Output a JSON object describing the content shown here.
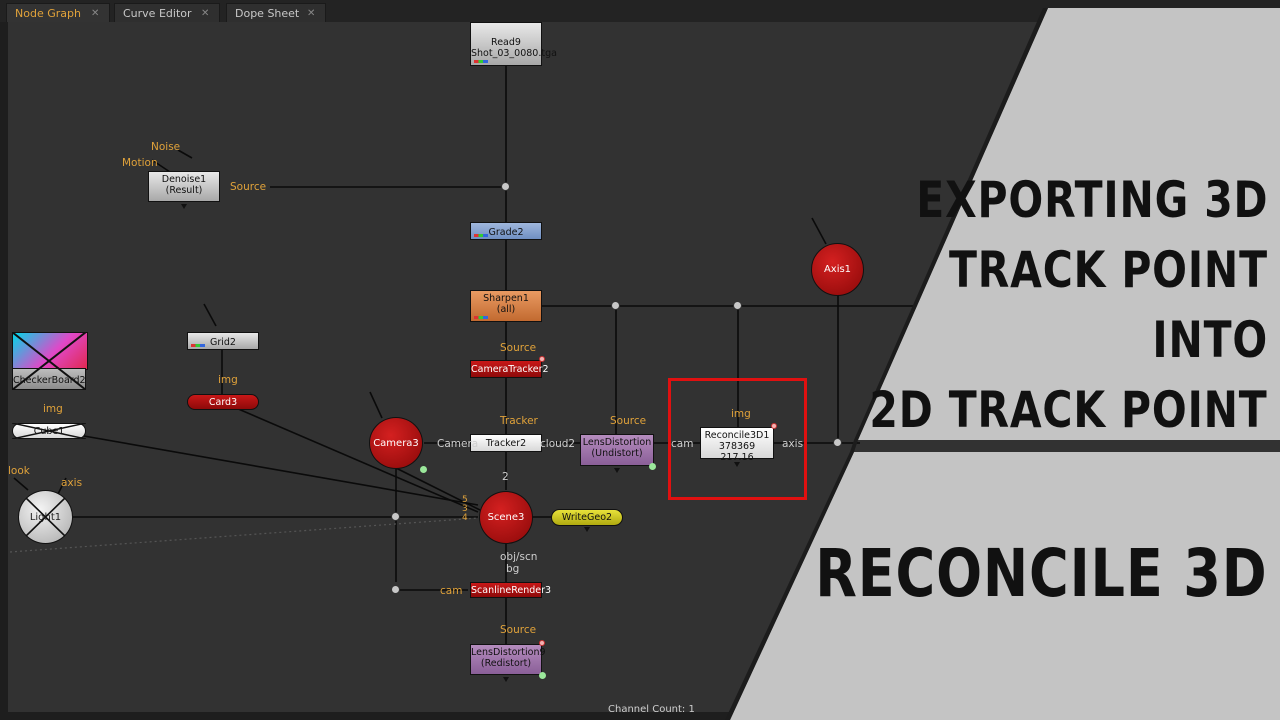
{
  "tabs": [
    {
      "label": "Node Graph",
      "active": true
    },
    {
      "label": "Curve Editor",
      "active": false
    },
    {
      "label": "Dope Sheet",
      "active": false
    }
  ],
  "tab_close_glyph": "✕",
  "nodes": {
    "read9": {
      "name": "Read9",
      "sub": "Shot_03_0080.tga"
    },
    "denoise1": {
      "name": "Denoise1",
      "sub": "(Result)"
    },
    "grade2": {
      "name": "Grade2"
    },
    "sharpen1": {
      "name": "Sharpen1",
      "sub": "(all)"
    },
    "cameratracker2": {
      "name": "CameraTracker2"
    },
    "tracker2": {
      "name": "Tracker2"
    },
    "lensdistortion_top": {
      "name": "LensDistortion",
      "sub": "(Undistort)"
    },
    "reconcile3d1": {
      "name": "Reconcile3D1",
      "sub": "378369 217.16"
    },
    "axis1": {
      "name": "Axis1"
    },
    "grid2": {
      "name": "Grid2"
    },
    "card3": {
      "name": "Card3"
    },
    "checkerboard2": {
      "name": "CheckerBoard2"
    },
    "cube": {
      "name": "Cube1"
    },
    "camera3": {
      "name": "Camera3"
    },
    "light1": {
      "name": "Light1"
    },
    "scene3": {
      "name": "Scene3"
    },
    "writegeo2": {
      "name": "WriteGeo2"
    },
    "scanlinerender3": {
      "name": "ScanlineRender3"
    },
    "lensdistortion9": {
      "name": "LensDistortion9",
      "sub": "(Redistort)"
    }
  },
  "input_labels": {
    "noise": "Noise",
    "motion": "Motion",
    "denoise_source": "Source",
    "cameratracker_source": "Source",
    "tracker": "Tracker",
    "lens_source": "Source",
    "img_reconcile": "img",
    "cam_reconcile": "cam",
    "axis_reconcile": "axis",
    "img_card": "img",
    "img_checker": "img",
    "camera_in": "Camera",
    "cloud": "cloud2",
    "two": "2",
    "look": "look",
    "axis_light": "axis",
    "obj_scn": "obj/scn",
    "bg": "bg",
    "cam_scanline": "cam",
    "lens9_source": "Source",
    "scene_inputs": "5 3 4"
  },
  "status_text": "Channel Count: 1",
  "title_lines": [
    "EXPORTING 3D",
    "TRACK POINT",
    "INTO",
    "2D TRACK POINT"
  ],
  "subtitle": "RECONCILE 3D",
  "colors": {
    "overlay_gray": "#c4c4c4",
    "title_text": "#111111",
    "highlight_box": "#e01010",
    "input_label": "#e0a23a"
  }
}
